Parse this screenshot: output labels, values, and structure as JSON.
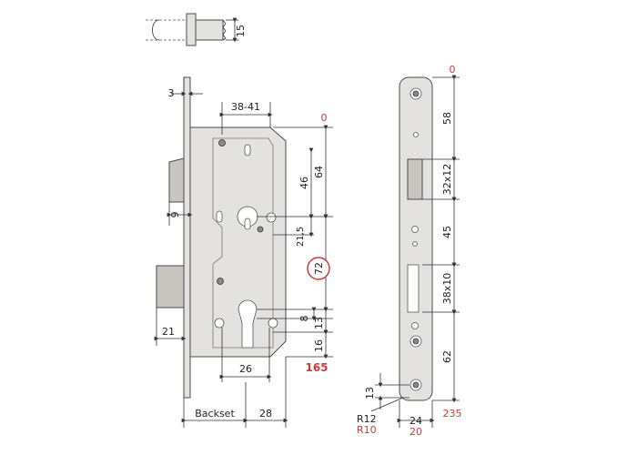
{
  "colors": {
    "accent": "#d23a3a",
    "line": "#333333",
    "steel": "#e4e2de"
  },
  "top_detail": {
    "dim_15": "15"
  },
  "lock_body": {
    "dim_3": "3",
    "dim_38_41": "38-41",
    "dim_9": "9",
    "dim_21": "21",
    "dim_64": "64",
    "dim_46": "46",
    "dim_21_5": "21,5",
    "dim_72": "72",
    "dim_8": "8",
    "dim_13": "13",
    "dim_16": "16",
    "dim_26": "26",
    "dim_28": "28",
    "label_backset": "Backset",
    "red_0": "0",
    "red_165": "165"
  },
  "strike_plate": {
    "red_0": "0",
    "dim_58": "58",
    "dim_32x12": "32x12",
    "dim_45": "45",
    "dim_38x10": "38x10",
    "dim_62": "62",
    "dim_13": "13",
    "dim_R12": "R12",
    "dim_R10": "R10",
    "dim_24": "24",
    "dim_20": "20",
    "red_235": "235"
  }
}
